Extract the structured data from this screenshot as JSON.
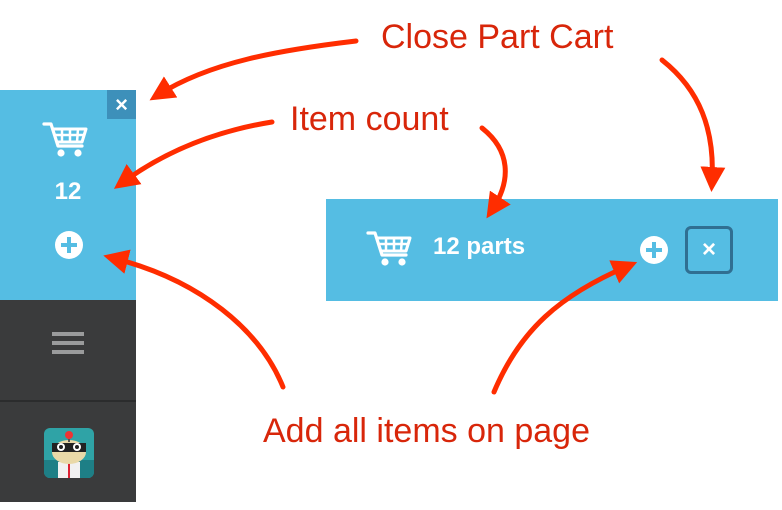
{
  "vertical_cart": {
    "count": "12",
    "close_label": "×",
    "icons": {
      "cart": "cart-icon",
      "add": "plus-circle-icon",
      "menu": "hamburger-menu-icon",
      "app": "app-robot-icon"
    }
  },
  "horizontal_cart": {
    "label": "12 parts",
    "close_label": "×",
    "icons": {
      "cart": "cart-icon",
      "add": "plus-circle-icon"
    }
  },
  "annotations": {
    "close_part_cart": "Close Part Cart",
    "item_count": "Item count",
    "add_all_items": "Add all items on page"
  },
  "colors": {
    "cart_blue": "#55bde3",
    "dark_panel": "#3a3b3c",
    "close_button": "#3d90ba",
    "annotation_red": "#d8260a",
    "arrow_red": "#ff2d00"
  }
}
